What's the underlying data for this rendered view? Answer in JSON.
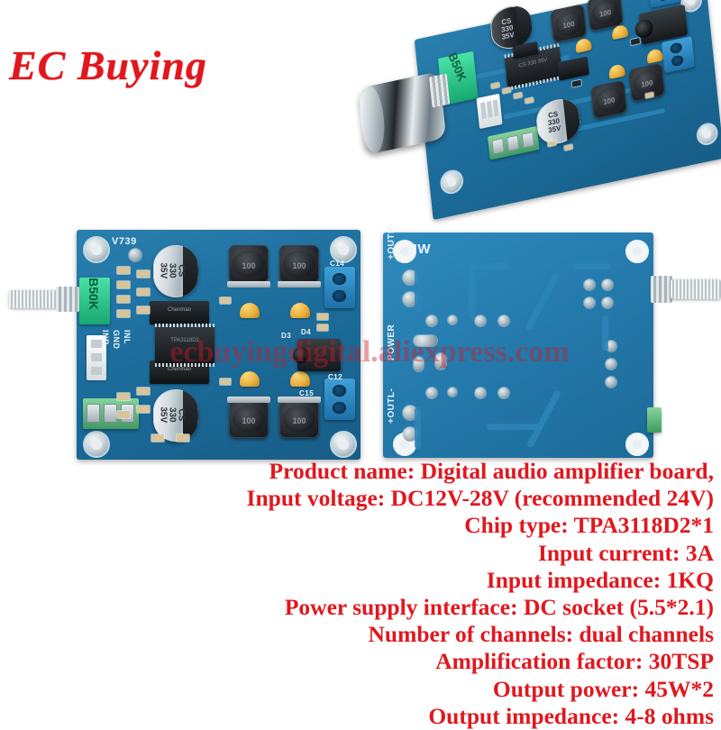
{
  "brand": {
    "name": "EC Buying"
  },
  "watermark": {
    "text": "ecbuyingdigital.aliexpress.com"
  },
  "specs": {
    "lines": [
      "Product name: Digital audio amplifier board,",
      "Input voltage: DC12V-28V (recommended 24V)",
      "Chip type: TPA3118D2*1",
      "Input current: 3A",
      "Input impedance: 1KQ",
      "Power supply interface: DC socket (5.5*2.1)",
      "Number of channels: dual channels",
      "Amplification factor: 30TSP",
      "Output power: 45W*2",
      "Output impedance: 4-8 ohms"
    ]
  },
  "colors": {
    "spec_red": "#e1171e",
    "brand_red": "#e1171e",
    "pcb_blue": "#1c6d9c",
    "terminal_blue": "#2f8fc8",
    "terminal_green": "#53b47c",
    "background": "#ffffff"
  },
  "boards": {
    "angled": {
      "label": "angled-amplifier-board",
      "silkscreen": {
        "pot": "B50K",
        "cap_top": "100",
        "cap_mid": "100"
      },
      "parts": {
        "knob": "chrome-volume-knob",
        "potentiometer": "B50K",
        "dc_jack": "DC socket 5.5*2.1",
        "inductors": [
          "100",
          "100",
          "100",
          "100"
        ],
        "caps": [
          "CS 330 35V",
          "CS 330 35V"
        ],
        "terminals_blue": 2,
        "terminal_green": 1,
        "jst_connector": "3-pin audio input"
      }
    },
    "front": {
      "label": "front-view-board",
      "silkscreen": {
        "revision": "V739",
        "pot": "B50K",
        "cap_left_top": "CS\n330\n35V",
        "cap_left_bottom": "CS\n330\n35V",
        "inductors": [
          "100",
          "100",
          "100",
          "100"
        ],
        "connector_pins": [
          "INR",
          "GND",
          "INL"
        ],
        "ref_c14": "C14",
        "ref_c12": "C12",
        "ref_d4": "D4",
        "ref_d3": "D3",
        "ref_c15": "C15",
        "ic": "TPA3118D2"
      }
    },
    "back": {
      "label": "back-view-board",
      "silkscreen": {
        "logo": "HW",
        "out_r": "+OUTR-",
        "power": "POWER",
        "out_l": "+OUTL-"
      }
    }
  }
}
